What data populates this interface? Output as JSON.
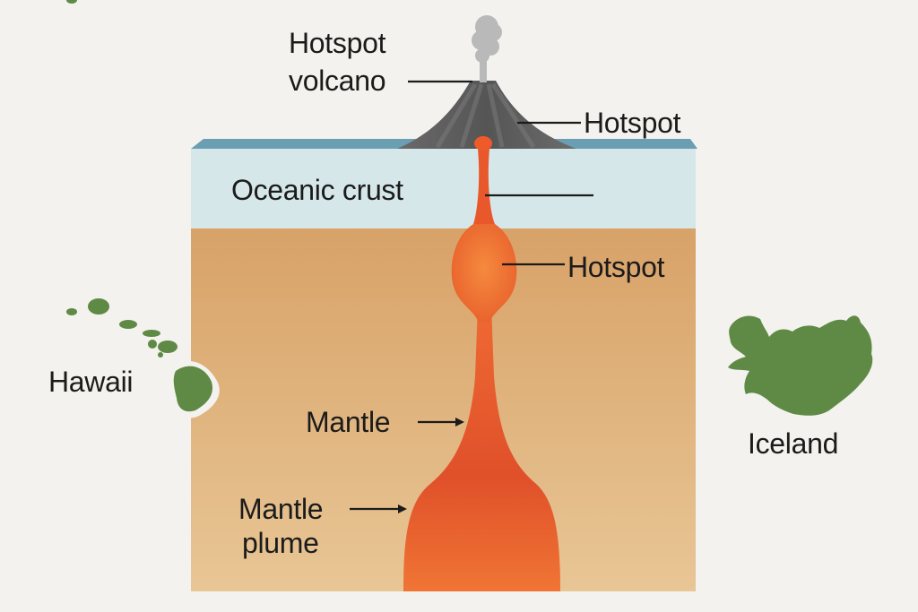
{
  "diagram": {
    "type": "cross-section",
    "subject": "Hotspot volcanism and mantle plume",
    "colors": {
      "background": "#f4f2ee",
      "ocean_surface": "#6a9fb3",
      "oceanic_crust": "#d6e7ea",
      "mantle_top": "#d9a46a",
      "mantle_bottom": "#e6c392",
      "plume": "#e4552a",
      "plume_light": "#f07a3a",
      "volcano": "#5e5e5e",
      "smoke": "#b8b8b8",
      "land": "#5f8a46",
      "text": "#1b1b1b"
    }
  },
  "labels": {
    "hotspot_volcano_line1": "Hotspot",
    "hotspot_volcano_line2": "volcano",
    "hotspot_surface": "Hotspot",
    "oceanic_crust": "Oceanic crust",
    "hotspot_crust": "Hotspot",
    "mantle": "Mantle",
    "mantle_plume_line1": "Mantle",
    "mantle_plume_line2": "plume",
    "hawaii": "Hawaii",
    "iceland": "Iceland"
  }
}
